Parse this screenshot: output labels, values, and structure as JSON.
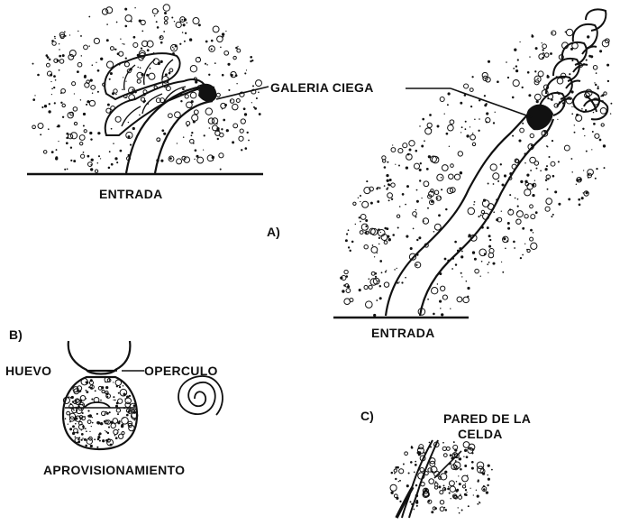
{
  "colors": {
    "ink": "#111111",
    "paper": "#ffffff"
  },
  "panels": {
    "a": {
      "letter": "A)",
      "label_blind_gallery": "GALERIA CIEGA",
      "label_entrance_left": "ENTRADA",
      "label_entrance_right": "ENTRADA"
    },
    "b": {
      "letter": "B)",
      "label_egg": "HUEVO",
      "label_operculum": "OPERCULO",
      "label_provision": "APROVISIONAMIENTO"
    },
    "c": {
      "letter": "C)",
      "label_cell_wall_1": "PARED DE LA",
      "label_cell_wall_2": "CELDA"
    }
  }
}
